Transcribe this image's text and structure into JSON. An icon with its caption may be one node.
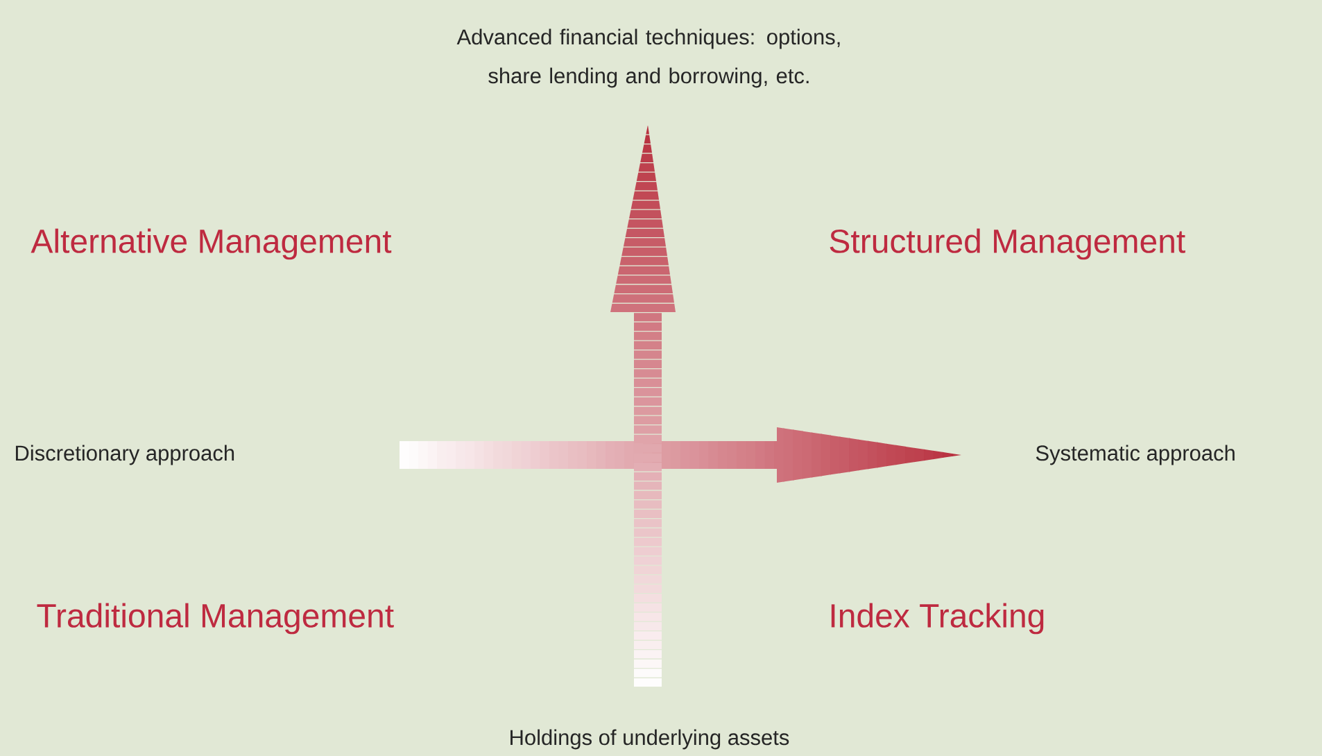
{
  "diagram": {
    "labels": [
      "Advanced financial techniques: options, share lending and borrowing, etc.",
      "Alternative Management",
      "Structured Management",
      "Discretionary approach",
      "Systematic approach",
      "Traditional Management",
      "Index Tracking",
      "Holdings of underlying assets"
    ]
  }
}
